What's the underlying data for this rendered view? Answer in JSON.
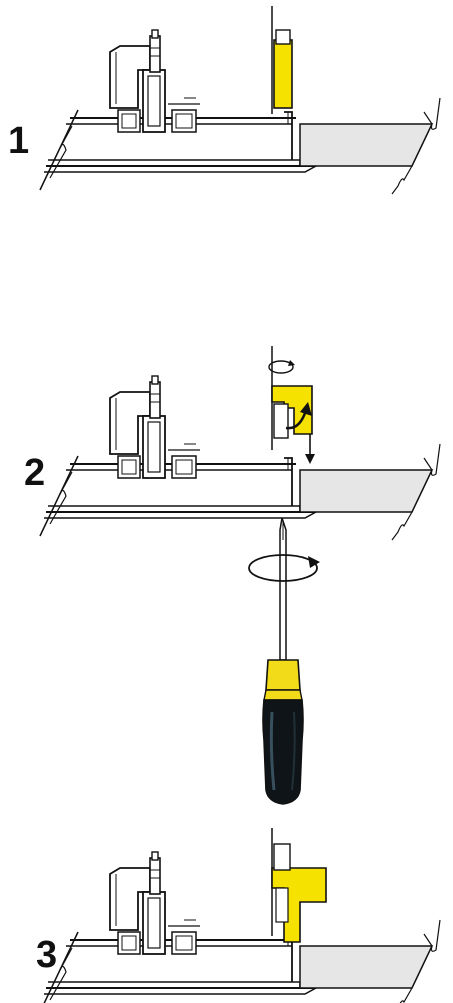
{
  "steps": [
    {
      "label": "1",
      "clip_position": "raised"
    },
    {
      "label": "2",
      "clip_position": "rotated-down"
    },
    {
      "label": "3",
      "clip_position": "clamped"
    }
  ],
  "colors": {
    "clip": "#f5e200",
    "line": "#111111",
    "panel": "#e6e6e6",
    "handle_black": "#0f1418",
    "handle_yellow": "#f2dc1a",
    "background": "#ffffff"
  },
  "icons": [
    "rotate-arrow-icon",
    "down-arrow-icon",
    "screwdriver-icon",
    "rotation-circle-icon"
  ]
}
